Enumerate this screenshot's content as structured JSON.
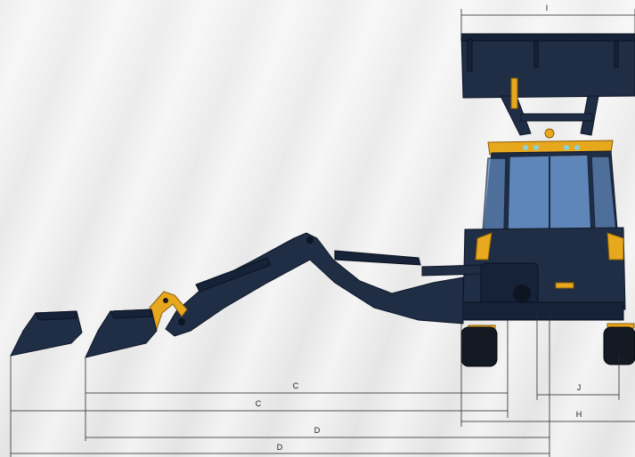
{
  "diagram": {
    "dimensions": [
      {
        "key": "I",
        "label": "I"
      },
      {
        "key": "C1",
        "label": "C"
      },
      {
        "key": "C2",
        "label": "C"
      },
      {
        "key": "J",
        "label": "J"
      },
      {
        "key": "H",
        "label": "H"
      },
      {
        "key": "D1",
        "label": "D"
      },
      {
        "key": "D2",
        "label": "D"
      }
    ],
    "colors": {
      "body": "#1f2d45",
      "accent": "#e8a81e",
      "glass": "#5f86b8",
      "tire": "#141a24"
    }
  }
}
